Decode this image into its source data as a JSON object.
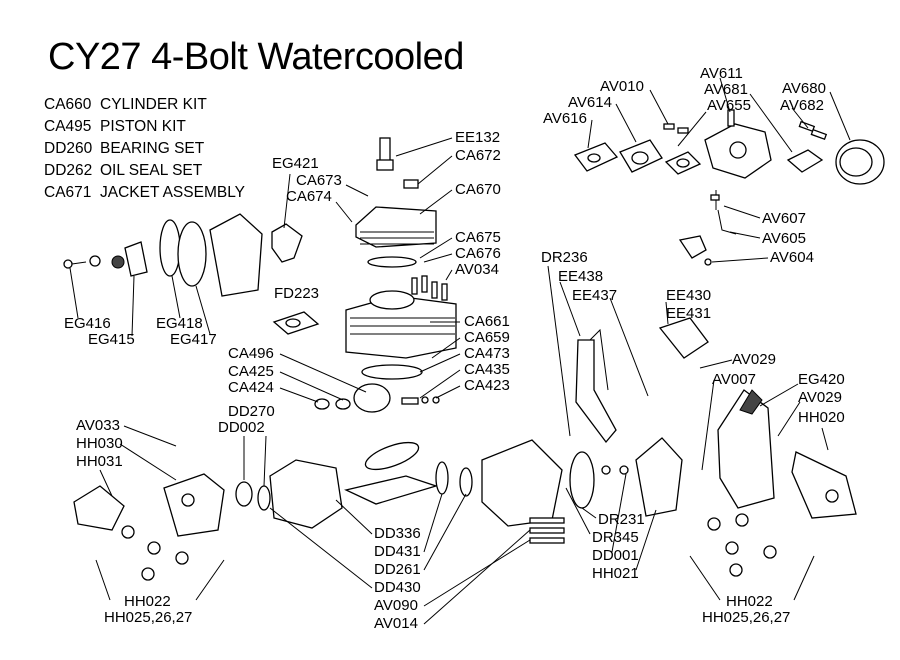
{
  "title": "CY27 4-Bolt Watercooled",
  "kits": [
    {
      "code": "CA660",
      "name": "CYLINDER KIT"
    },
    {
      "code": "CA495",
      "name": "PISTON KIT"
    },
    {
      "code": "DD260",
      "name": "BEARING SET"
    },
    {
      "code": "DD262",
      "name": "OIL SEAL SET"
    },
    {
      "code": "CA671",
      "name": "JACKET ASSEMBLY"
    }
  ],
  "callouts": {
    "av010": "AV010",
    "av614": "AV614",
    "av616": "AV616",
    "av611": "AV611",
    "av681": "AV681",
    "av655": "AV655",
    "av680": "AV680",
    "av682": "AV682",
    "av607": "AV607",
    "av605": "AV605",
    "av604": "AV604",
    "ee132": "EE132",
    "ca672": "CA672",
    "ca670": "CA670",
    "ca673": "CA673",
    "ca674": "CA674",
    "eg421": "EG421",
    "ca675": "CA675",
    "ca676": "CA676",
    "av034": "AV034",
    "fd223": "FD223",
    "eg416": "EG416",
    "eg415": "EG415",
    "eg418": "EG418",
    "eg417": "EG417",
    "ca661": "CA661",
    "ca659": "CA659",
    "ca473": "CA473",
    "ca435": "CA435",
    "ca423": "CA423",
    "ca496": "CA496",
    "ca425": "CA425",
    "ca424": "CA424",
    "dr236": "DR236",
    "ee438": "EE438",
    "ee437": "EE437",
    "ee430": "EE430",
    "ee431": "EE431",
    "av029a": "AV029",
    "av007": "AV007",
    "eg420": "EG420",
    "av029b": "AV029",
    "hh020": "HH020",
    "av033": "AV033",
    "hh030": "HH030",
    "hh031": "HH031",
    "dd270": "DD270",
    "dd002": "DD002",
    "dd336": "DD336",
    "dd431": "DD431",
    "dd261": "DD261",
    "dd430": "DD430",
    "av090": "AV090",
    "av014": "AV014",
    "dr231": "DR231",
    "dr345": "DR345",
    "dd001": "DD001",
    "hh021": "HH021",
    "hh022a": "HH022",
    "hh025a": "HH025,26,27",
    "hh022b": "HH022",
    "hh025b": "HH025,26,27"
  }
}
